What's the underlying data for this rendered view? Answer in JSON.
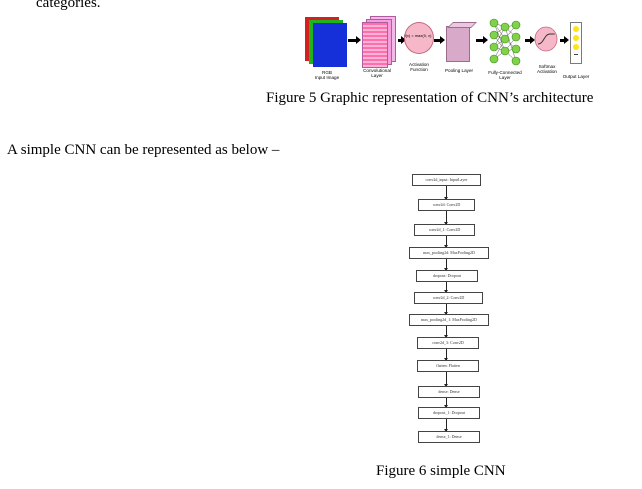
{
  "text": {
    "top_line": "categories.",
    "intro": "A simple CNN can be represented as below –"
  },
  "figure5": {
    "caption": "Figure 5 Graphic representation of CNN’s architecture",
    "labels": {
      "rgb": "RGB",
      "input": "Input Image",
      "conv": "Convolutional Layer",
      "activation": "Activation Function",
      "activation_formula": "f(x) = max(0, x)",
      "pooling": "Pooling Layer",
      "fc": "Fully-Connected Layer",
      "softmax": "Softmax Activation",
      "output": "Output Layer"
    }
  },
  "figure6": {
    "caption": "Figure 6 simple CNN",
    "layers": [
      "conv2d_input: InputLayer",
      "conv2d: Conv2D",
      "conv2d_1: Conv2D",
      "max_pooling2d: MaxPooling2D",
      "dropout: Dropout",
      "conv2d_2: Conv2D",
      "max_pooling2d_1: MaxPooling2D",
      "conv2d_3: Conv2D",
      "flatten: Flatten",
      "dense: Dense",
      "dropout_1: Dropout",
      "dense_1: Dense"
    ]
  }
}
